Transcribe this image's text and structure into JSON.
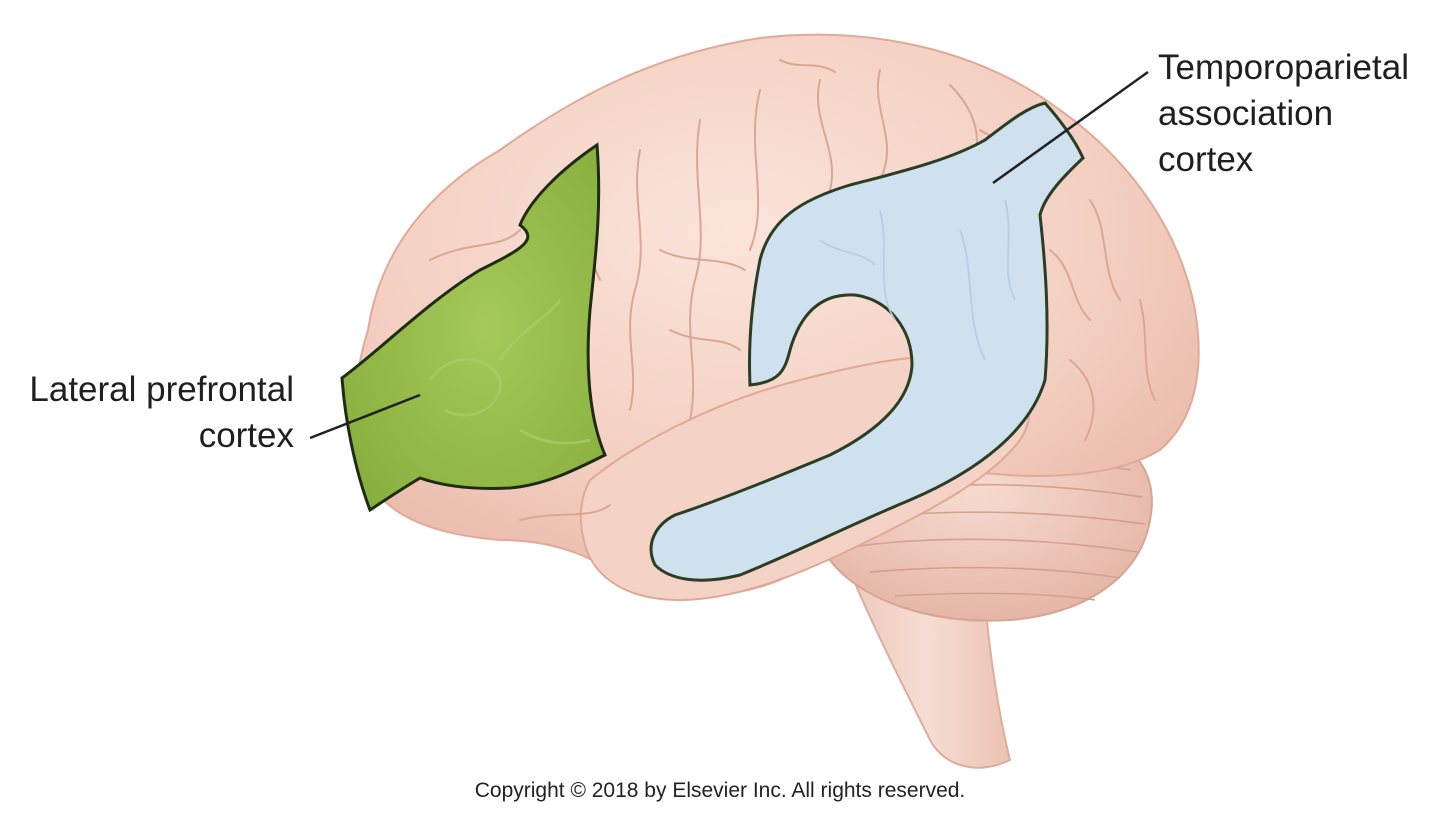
{
  "figure": {
    "regions": [
      {
        "id": "lateral-prefrontal",
        "label_lines": [
          "Lateral prefrontal",
          "cortex"
        ],
        "color": "#93b946"
      },
      {
        "id": "temporoparietal",
        "label_lines": [
          "Temporoparietal",
          "association",
          "cortex"
        ],
        "color": "#cfe1ef"
      }
    ],
    "colors": {
      "brain_tissue": "#f2cdbf",
      "brain_highlight": "#f8ded4",
      "brain_shadow": "#e3aa99",
      "region_outline": "#2d3f1f",
      "leader_line": "#222222"
    },
    "copyright": "Copyright © 2018 by Elsevier Inc. All rights reserved."
  }
}
